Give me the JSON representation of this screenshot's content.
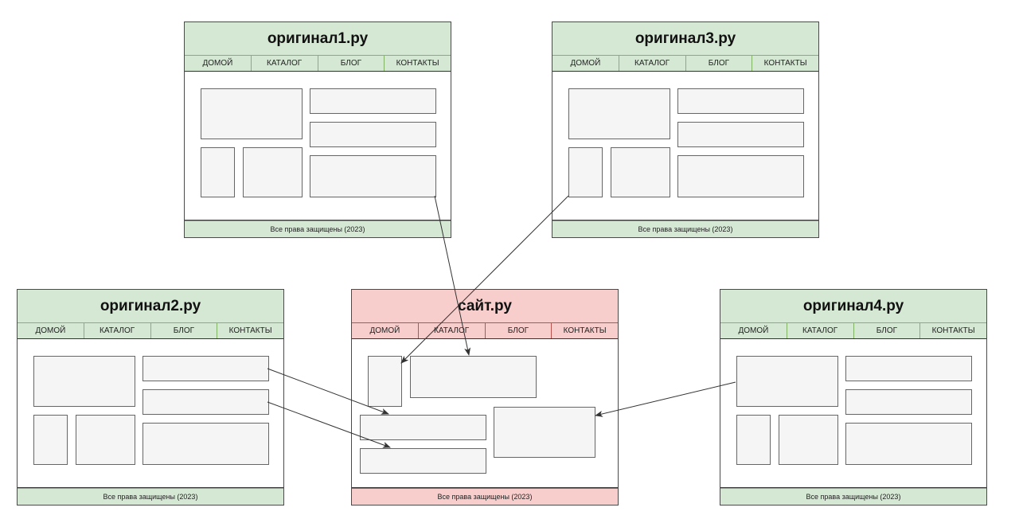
{
  "nav_items": [
    "ДОМОЙ",
    "КАТАЛОГ",
    "БЛОГ",
    "КОНТАКТЫ"
  ],
  "footer_text": "Все права защищены (2023)",
  "sites": {
    "original1": {
      "title": "оригинал1.ру"
    },
    "original3": {
      "title": "оригинал3.ру"
    },
    "original2": {
      "title": "оригинал2.ру"
    },
    "target": {
      "title": "сайт.ру"
    },
    "original4": {
      "title": "оригинал4.ру"
    }
  },
  "colors": {
    "source_header": "#d5e8d4",
    "target_header": "#f8cecc",
    "block_fill": "#f5f5f5",
    "arrow": "#333333"
  }
}
